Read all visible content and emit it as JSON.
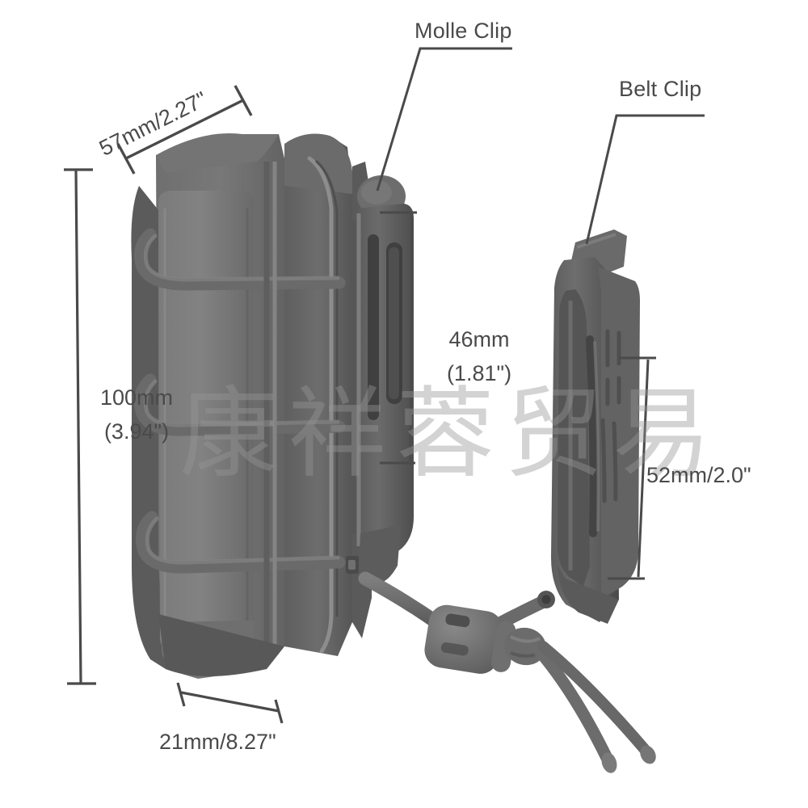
{
  "image": {
    "kind": "product-dimension-diagram",
    "subject": "tactical magazine pouch with molle clip, belt clip and bungee cord retention",
    "background_color": "#ffffff",
    "line_color": "#4a4a4a",
    "product_color": "#6e6e6e"
  },
  "callouts": [
    {
      "id": "molle-clip",
      "text": "Molle Clip"
    },
    {
      "id": "belt-clip",
      "text": "Belt Clip"
    }
  ],
  "dimensions": {
    "width_top": {
      "text": "57mm/2.27\""
    },
    "height_left": {
      "line1": "100mm",
      "line2": "(3.94\")"
    },
    "depth_bottom": {
      "text": "21mm/8.27\""
    },
    "clip_slot": {
      "line1": "46mm",
      "line2": "(1.81\")"
    },
    "belt_clip": {
      "text": "52mm/2.0\""
    }
  },
  "watermark": {
    "text": "康祥蓉贸易"
  }
}
